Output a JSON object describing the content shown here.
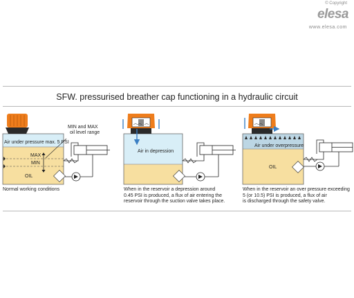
{
  "brand": {
    "copyright": "© Copyright",
    "logo": "elesa",
    "url": "www.elesa.com"
  },
  "title": "SFW. pressurised breather cap functioning in a hydraulic circuit",
  "panel1": {
    "air_label": "Air under pressure max. 5 PSI",
    "range_note_line1": "MIN and MAX",
    "range_note_line2": "oil level range",
    "max_label": "MAX",
    "min_label": "MIN",
    "oil_label": "OIL",
    "caption": "Normal working conditions"
  },
  "panel2": {
    "air_label": "Air in depression",
    "caption_line1": "When in the reservoir a depression around",
    "caption_line2": "0.45 PSI is produced, a flux of air entering the",
    "caption_line3": "reservoir through the suction valve takes place."
  },
  "panel3": {
    "air_label": "Air under overpressure",
    "oil_label": "OIL",
    "caption_line1": "When in the reservoir an over pressure exceeding",
    "caption_line2": "5 (or 10.5) PSI is produced, a flux of air",
    "caption_line3": "is discharged through the safety valve."
  },
  "colors": {
    "oil": "#f7dfa0",
    "air": "#d8eef7",
    "cap_orange": "#ee7d1c",
    "cap_black": "#2a2a2a",
    "flow_blue": "#3a7fc4",
    "rule": "#b8b8b8"
  }
}
